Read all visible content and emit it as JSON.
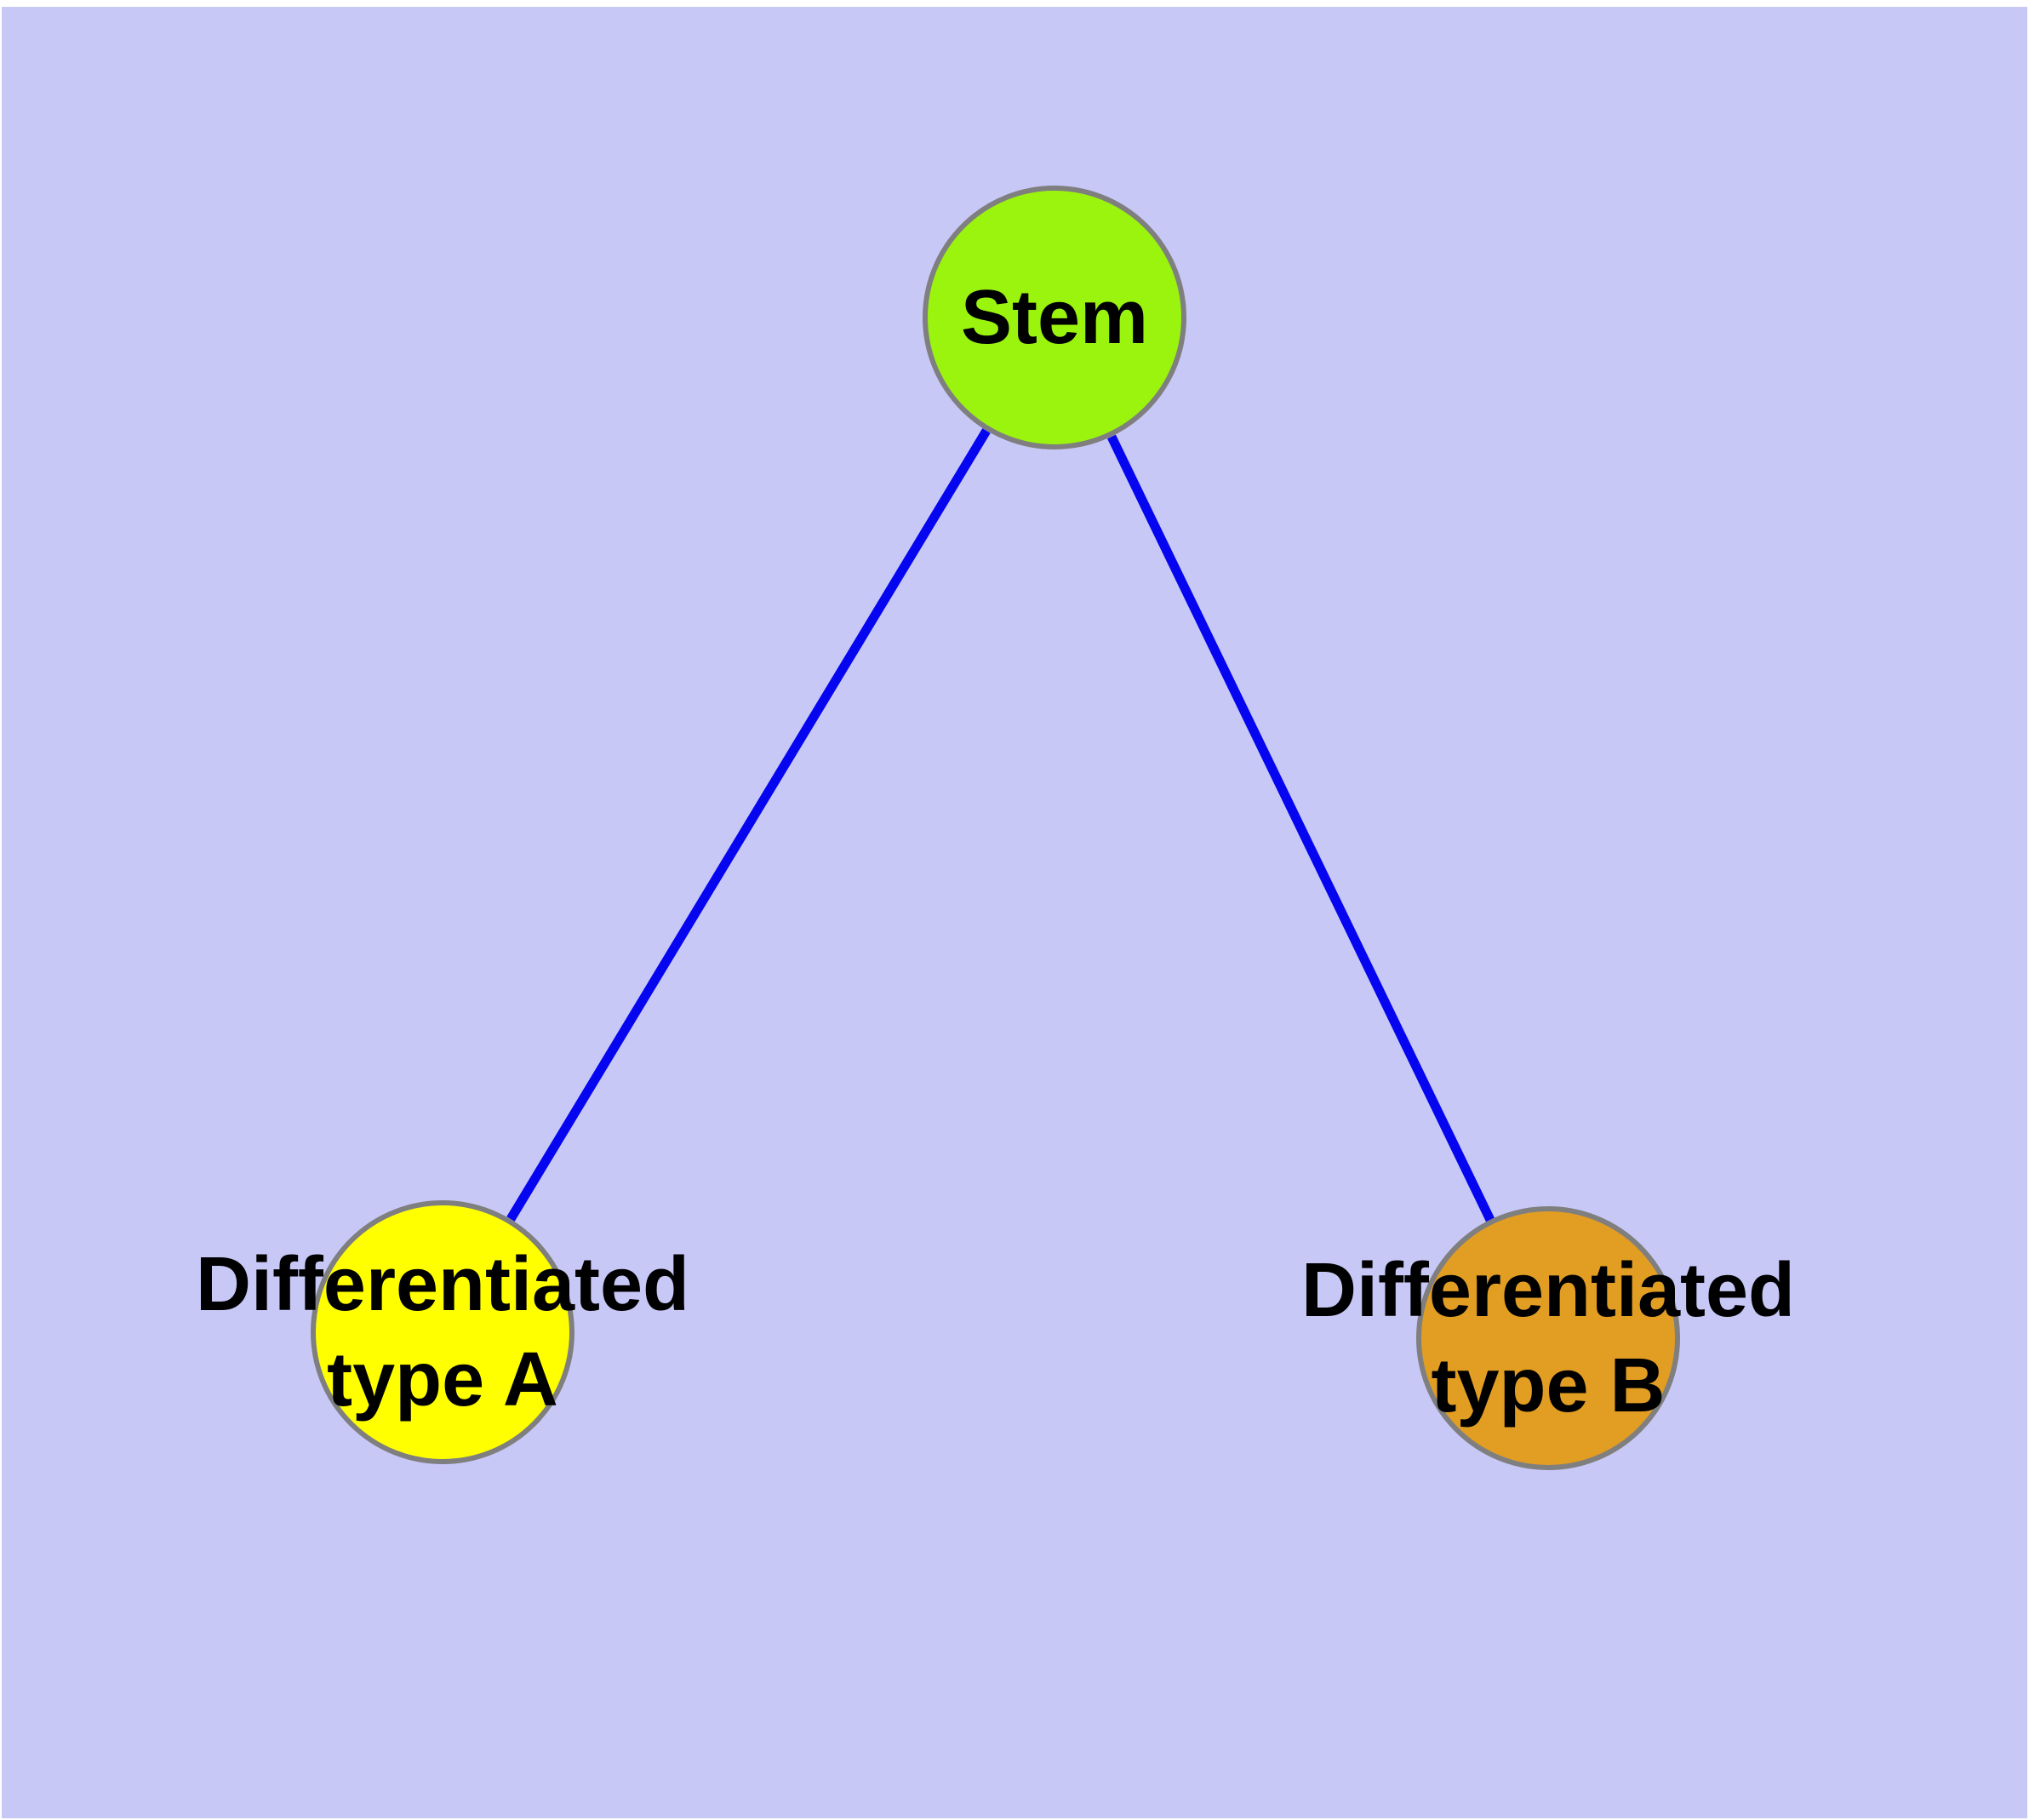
{
  "diagram": {
    "background_color": "#C8C8F7",
    "node_border_color": "#7F7F7F",
    "edge_color": "#0505F0",
    "nodes": {
      "stem": {
        "label": "Stem",
        "fill": "#9AF40E"
      },
      "differentiated_a": {
        "label_line1": "Differentiated",
        "label_line2": "type A",
        "fill": "#FFFF00"
      },
      "differentiated_b": {
        "label_line1": "Differentiated",
        "label_line2": "type B",
        "fill": "#E29D23"
      }
    },
    "edges": [
      {
        "from": "Stem",
        "to": "Differentiated type A"
      },
      {
        "from": "Stem",
        "to": "Differentiated type B"
      }
    ]
  }
}
